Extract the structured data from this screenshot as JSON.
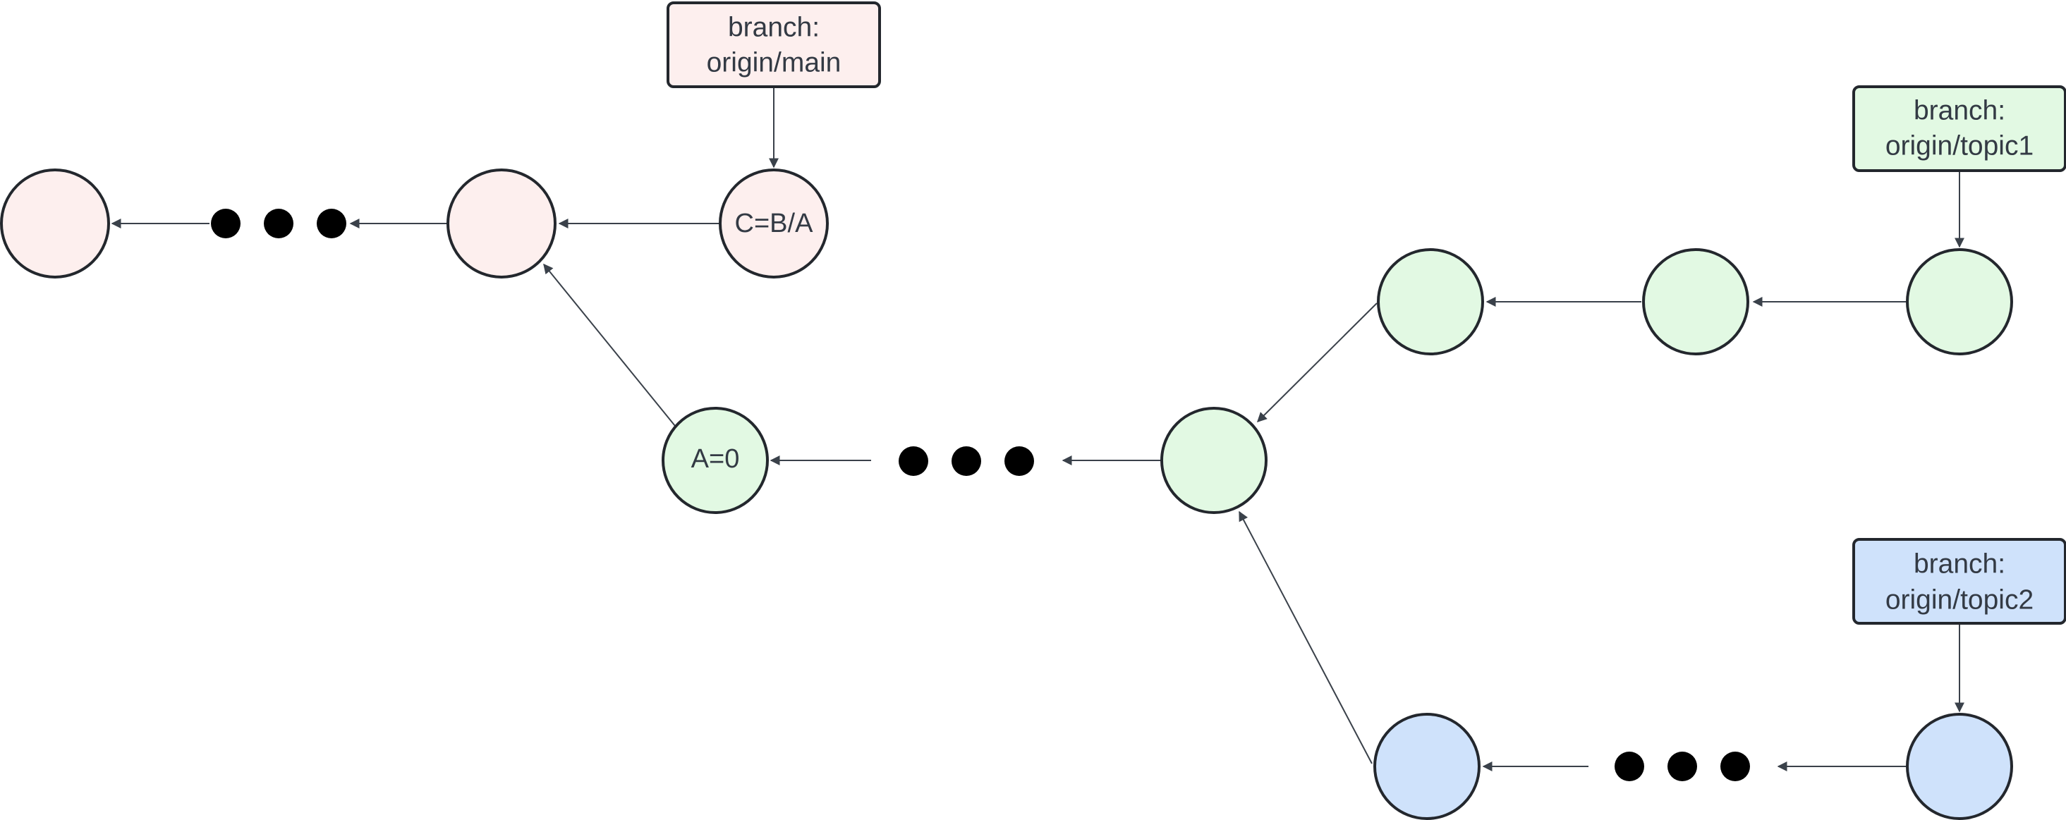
{
  "colors": {
    "main": "#fdefee",
    "topic1": "#e2f9e3",
    "topic2": "#cfe2fb",
    "edge": "#3a414a",
    "outline": "#23272d",
    "text": "#333a44"
  },
  "nodes": {
    "main_1": {
      "label": "",
      "branch": "main"
    },
    "main_2": {
      "label": "",
      "branch": "main"
    },
    "main_tip": {
      "label": "C=B/A",
      "branch": "main"
    },
    "fork_a": {
      "label": "A=0",
      "branch": "topic1"
    },
    "mid_green": {
      "label": "",
      "branch": "topic1"
    },
    "t1_1": {
      "label": "",
      "branch": "topic1"
    },
    "t1_2": {
      "label": "",
      "branch": "topic1"
    },
    "t1_tip": {
      "label": "",
      "branch": "topic1"
    },
    "t2_1": {
      "label": "",
      "branch": "topic2"
    },
    "t2_tip": {
      "label": "",
      "branch": "topic2"
    }
  },
  "branches": {
    "main": {
      "line1": "branch:",
      "line2": "origin/main"
    },
    "topic1": {
      "line1": "branch:",
      "line2": "origin/topic1"
    },
    "topic2": {
      "line1": "branch:",
      "line2": "origin/topic2"
    }
  },
  "ellipses": [
    "main-ellipsis",
    "middle-ellipsis",
    "topic2-ellipsis"
  ]
}
